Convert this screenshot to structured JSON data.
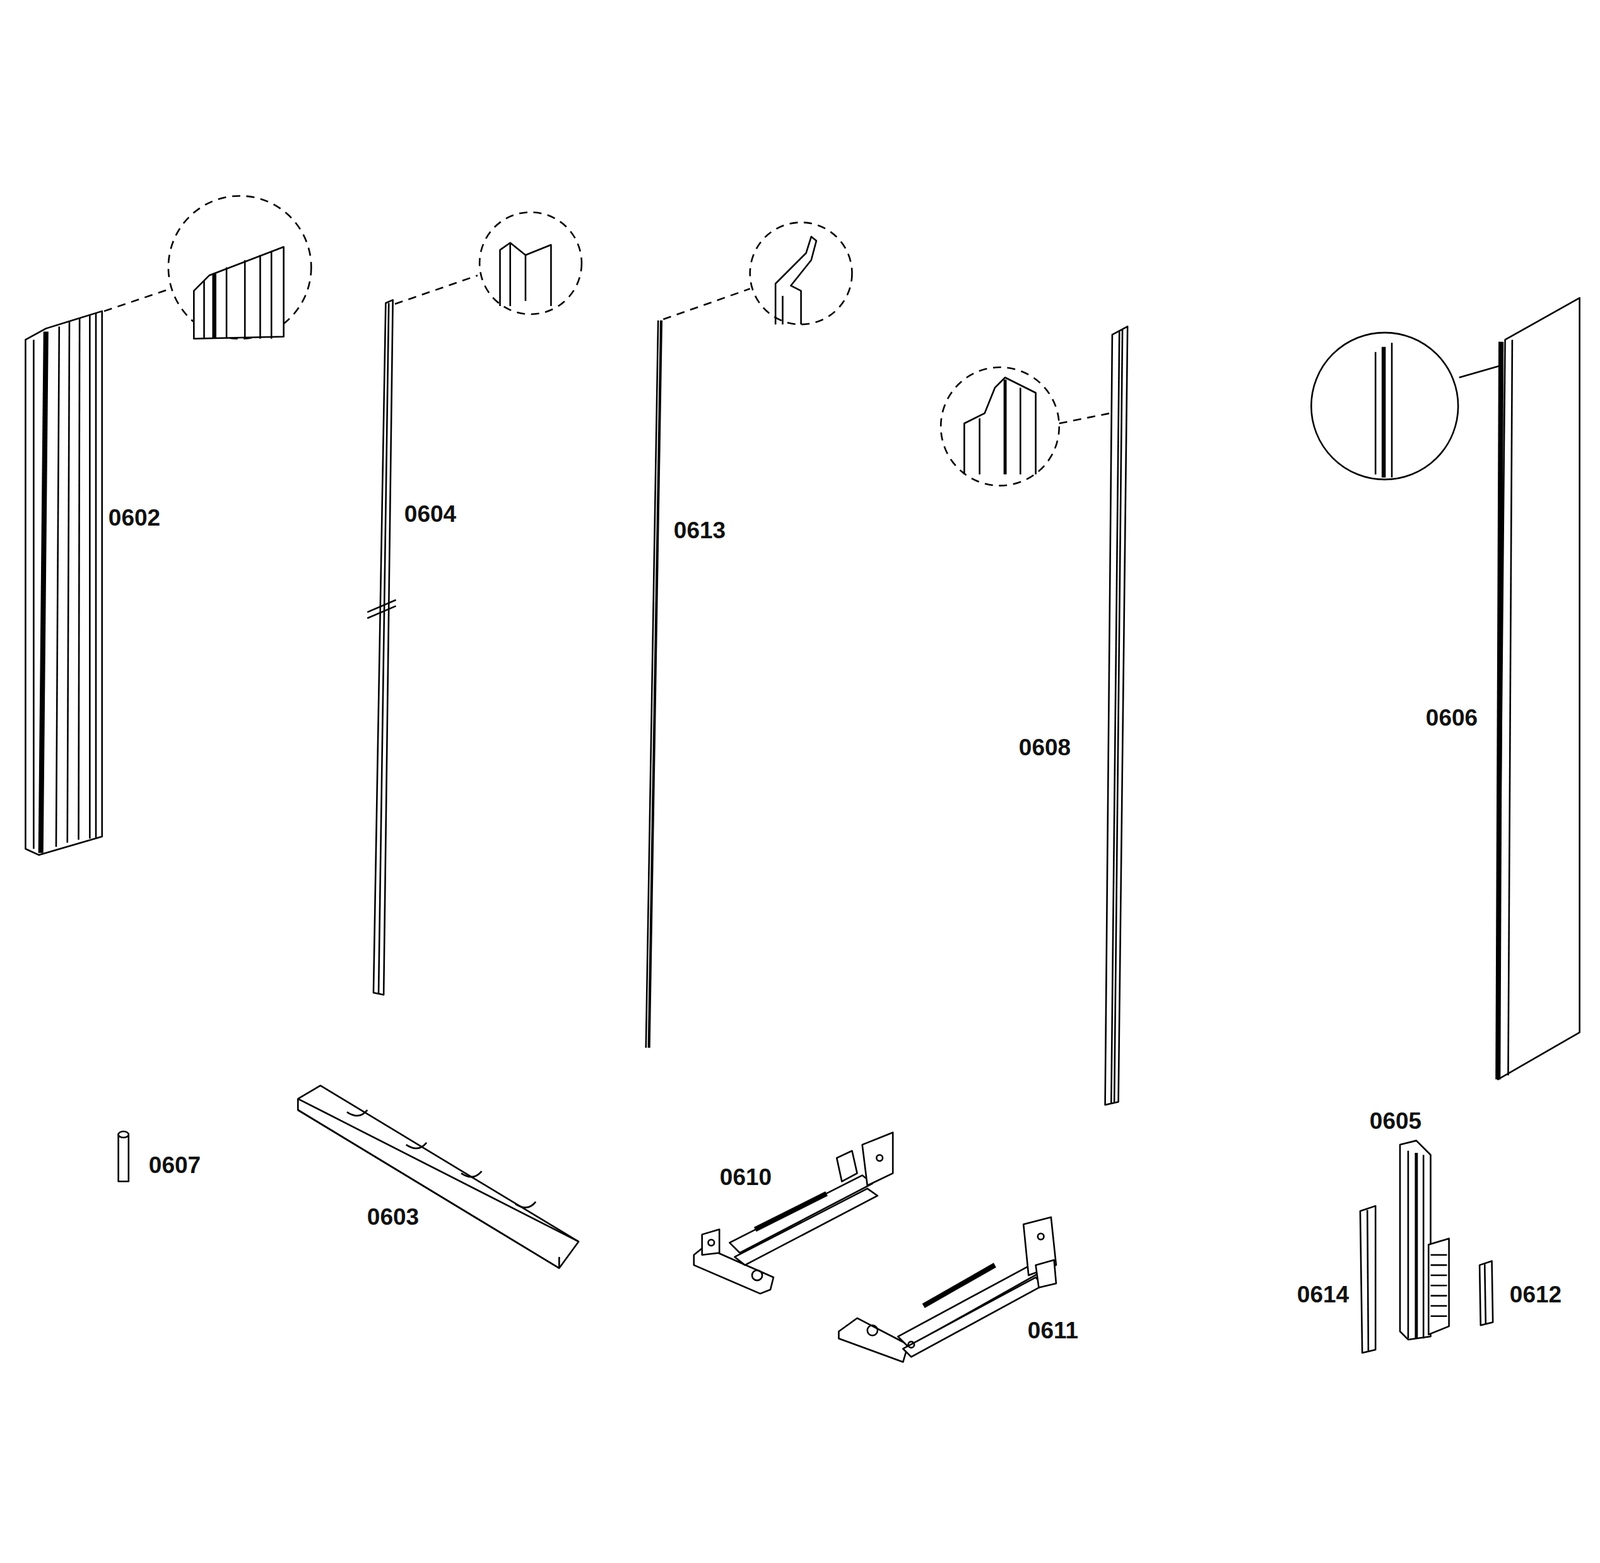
{
  "diagram": {
    "labels": [
      "0602",
      "0604",
      "0613",
      "0608",
      "0606",
      "0607",
      "0603",
      "0610",
      "0611",
      "0605",
      "0614",
      "0612"
    ]
  }
}
